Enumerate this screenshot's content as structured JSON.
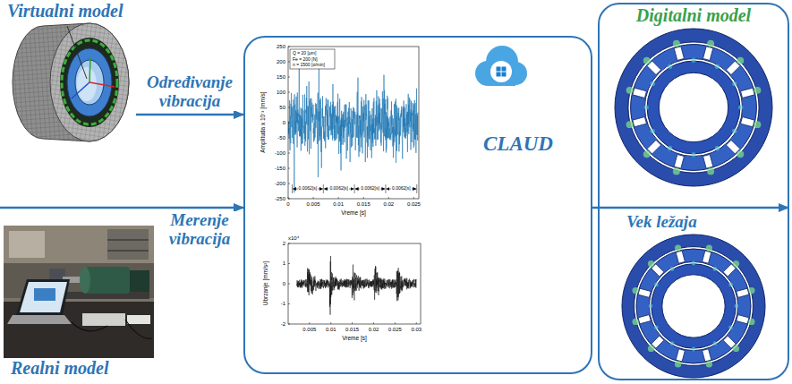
{
  "diagram": {
    "nodes": [
      {
        "text": [
          "Virtualni model"
        ]
      },
      {
        "text": [
          "Realni model"
        ]
      },
      {
        "text": [
          "CLAUD"
        ]
      },
      {
        "text": [
          "Digitalni model",
          "Vek ležaja"
        ]
      }
    ],
    "edges": [
      {
        "from": 0,
        "to": 2,
        "label": "Određivanje vibracija",
        "arrow": "to"
      },
      {
        "from": 1,
        "to": 2,
        "label": "Merenje vibracija",
        "arrow": "to"
      },
      {
        "from": 2,
        "to": 3,
        "arrow": "to"
      }
    ],
    "labels": [
      "250",
      "200",
      "150",
      "100",
      "50",
      "0",
      "-50",
      "-100",
      "-150",
      "-200",
      "-250",
      "0",
      "0.005",
      "0.01",
      "0.015",
      "0.02",
      "0.025",
      "Vreme [s]",
      "Amplituda x 10⁻³ [mm/s]",
      "Q = 20 [μm]",
      "Fe = 200 [N]",
      "n = 1500 [o/min]",
      "0.0062[s]",
      "0.0062[s]",
      "0.0062[s]",
      "0.0062[s]",
      "x10⁴",
      "2",
      "1",
      "0",
      "-1",
      "-2",
      "0.005",
      "0.01",
      "0.015",
      "0.02",
      "0.025",
      "0.03",
      "Vreme [s]",
      "Ubrzanje [mm/s²]"
    ]
  }
}
